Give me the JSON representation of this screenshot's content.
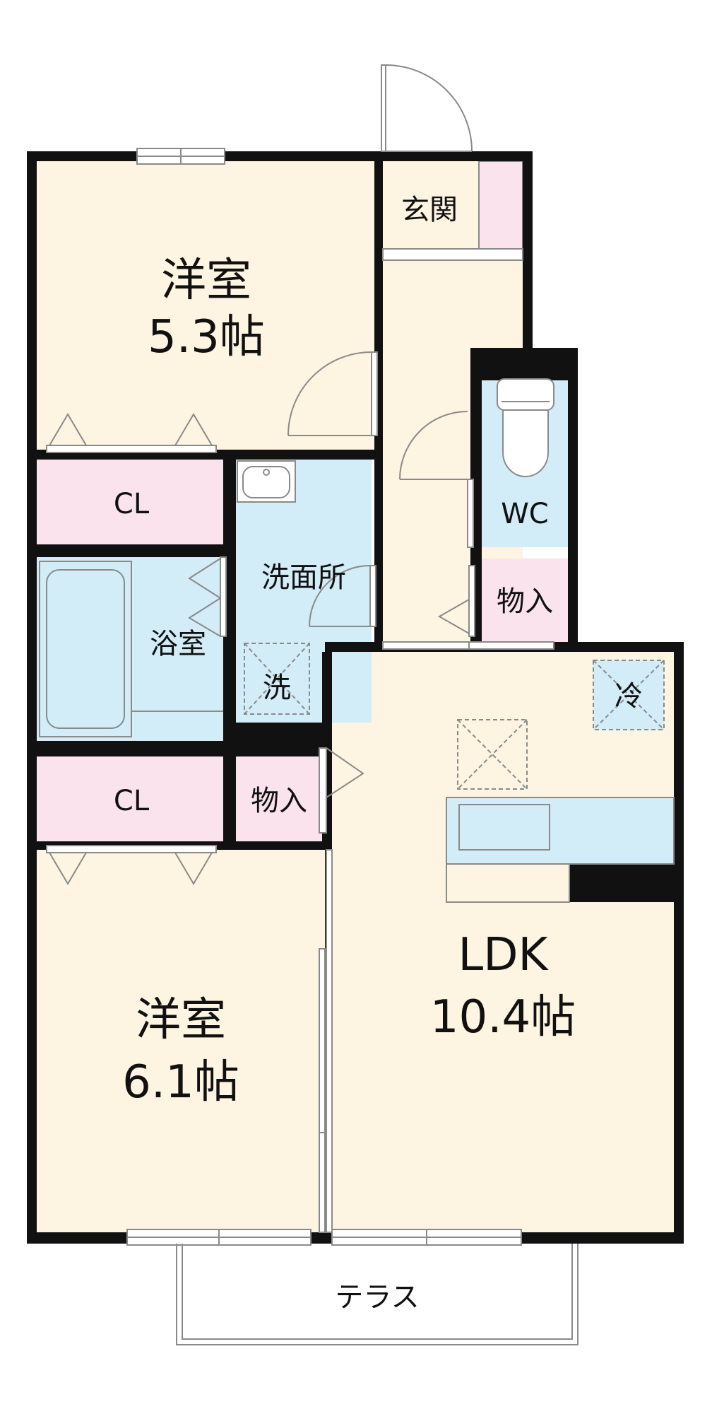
{
  "colors": {
    "room_beige": "#fdf4e1",
    "closet_pink": "#fae3ec",
    "wet_blue": "#d2ecf8",
    "wall": "#111111",
    "outline_gray": "#8a8a8a"
  },
  "rooms": {
    "bedroom1": {
      "name": "洋室",
      "size": "5.3帖"
    },
    "bedroom2": {
      "name": "洋室",
      "size": "6.1帖"
    },
    "ldk": {
      "name": "LDK",
      "size": "10.4帖"
    },
    "entrance": "玄関",
    "closet_upper": "CL",
    "closet_lower": "CL",
    "bathroom": "浴室",
    "washroom": "洗面所",
    "laundry": "洗",
    "toilet": "WC",
    "storage_toilet": "物入",
    "storage_center": "物入",
    "fridge": "冷",
    "terrace": "テラス"
  }
}
